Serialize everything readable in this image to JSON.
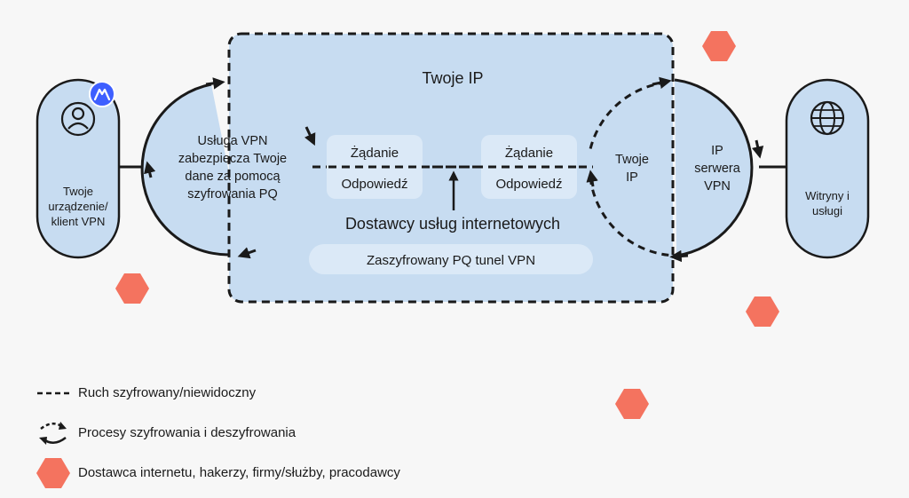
{
  "diagram": {
    "your_ip_title": "Twoje IP",
    "device": {
      "lines": [
        "Twoje",
        "urządzenie/",
        "klient VPN"
      ],
      "icon": "user-icon",
      "badge_icon": "nordvpn-logo-icon"
    },
    "vpn_service": {
      "lines": [
        "Usługa VPN",
        "zabezpiecza Twoje",
        "dane za pomocą",
        "szyfrowania PQ"
      ]
    },
    "request_left": "Żądanie",
    "response_left": "Odpowiedź",
    "request_right": "Żądanie",
    "response_right": "Odpowiedź",
    "isp_label": "Dostawcy usług internetowych",
    "tunnel_label": "Zaszyfrowany PQ tunel VPN",
    "your_ip_small": [
      "Twoje",
      "IP"
    ],
    "server_ip": [
      "IP",
      "serwera",
      "VPN"
    ],
    "websites": {
      "lines": [
        "Witryny i",
        "usługi"
      ],
      "icon": "globe-icon"
    }
  },
  "legend": {
    "items": [
      {
        "icon": "dashed-line-icon",
        "label": "Ruch szyfrowany/niewidoczny"
      },
      {
        "icon": "encryption-cycle-icon",
        "label": "Procesy szyfrowania i deszyfrowania"
      },
      {
        "icon": "hexagon-icon",
        "label": "Dostawca internetu, hakerzy, firmy/służby, pracodawcy"
      }
    ]
  },
  "colors": {
    "panel_fill": "#c7dcf1",
    "pill_fill": "#dbe9f7",
    "hexagon": "#f4735f",
    "stroke": "#1a1a1a",
    "badge": "#3e5fff",
    "background": "#f7f7f7"
  }
}
